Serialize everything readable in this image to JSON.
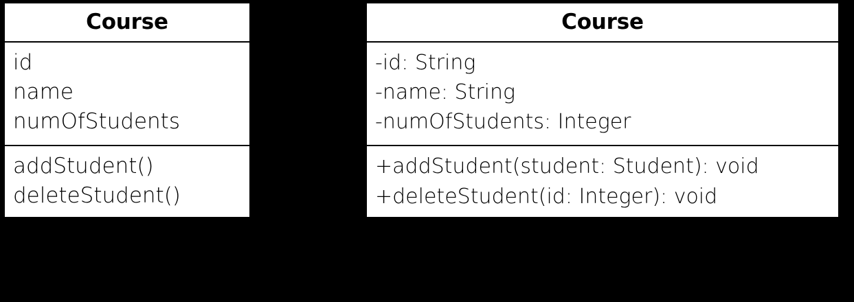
{
  "diagram": {
    "type": "uml-class-diagram",
    "background_color": "#000000",
    "box_fill_color": "#ffffff",
    "border_color": "#000000",
    "classes": [
      {
        "id": "course-simple",
        "title": "Course",
        "attributes": [
          "id",
          "name",
          "numOfStudents"
        ],
        "operations": [
          "addStudent()",
          "deleteStudent()"
        ]
      },
      {
        "id": "course-detailed",
        "title": "Course",
        "attributes": [
          "-id: String",
          "-name: String",
          "-numOfStudents: Integer"
        ],
        "operations": [
          "+addStudent(student: Student): void",
          "+deleteStudent(id: Integer): void"
        ]
      }
    ]
  }
}
